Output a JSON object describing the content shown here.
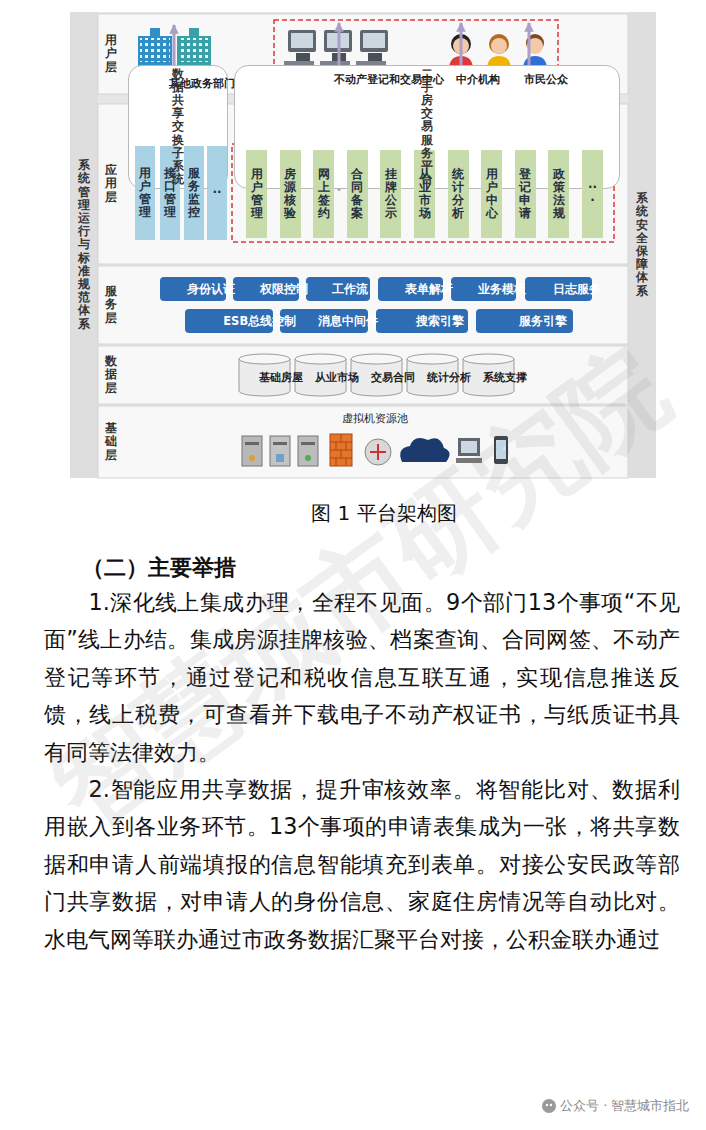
{
  "diagram": {
    "caption": "图 1 平台架构图",
    "nodes": [
      {
        "text": [
          "用户层"
        ]
      },
      {
        "text": [
          "其他政务部门"
        ],
        "in": 0
      },
      {
        "text": [
          "不动产登记和交易中心"
        ],
        "in": 0
      },
      {
        "text": [
          "中介机构"
        ],
        "in": 0
      },
      {
        "text": [
          "市民公众"
        ],
        "in": 0
      },
      {
        "text": [
          "应用层"
        ]
      },
      {
        "text": [
          "数据共享交换子系统"
        ],
        "in": 5
      },
      {
        "text": [
          "二手房交易服务平台"
        ],
        "in": 5
      },
      {
        "text": [
          "用户管理"
        ],
        "in": 5
      },
      {
        "text": [
          "接口管理"
        ],
        "in": 5
      },
      {
        "text": [
          "服务监控"
        ],
        "in": 5
      },
      {
        "text": [
          "··"
        ],
        "in": 5
      },
      {
        "text": [
          "用户管理"
        ],
        "in": 5
      },
      {
        "text": [
          "房源核验"
        ],
        "in": 5
      },
      {
        "text": [
          "网上签约"
        ],
        "in": 5
      },
      {
        "text": [
          "合同备案"
        ],
        "in": 5
      },
      {
        "text": [
          "挂牌公示"
        ],
        "in": 5
      },
      {
        "text": [
          "从业市场"
        ],
        "in": 5
      },
      {
        "text": [
          "统计分析"
        ],
        "in": 5
      },
      {
        "text": [
          "用户中心"
        ],
        "in": 5
      },
      {
        "text": [
          "登记申请"
        ],
        "in": 5
      },
      {
        "text": [
          "政策法规"
        ],
        "in": 5
      },
      {
        "text": [
          "···"
        ],
        "in": 5
      },
      {
        "text": [
          "服务层"
        ]
      },
      {
        "text": [
          "身份认证"
        ],
        "in": 23
      },
      {
        "text": [
          "权限控制"
        ],
        "in": 23
      },
      {
        "text": [
          "工作流"
        ],
        "in": 23
      },
      {
        "text": [
          "表单解析"
        ],
        "in": 23
      },
      {
        "text": [
          "业务模板"
        ],
        "in": 23
      },
      {
        "text": [
          "日志服务"
        ],
        "in": 23
      },
      {
        "text": [
          "ESB总线控制"
        ],
        "in": 23
      },
      {
        "text": [
          "消息中间件"
        ],
        "in": 23
      },
      {
        "text": [
          "搜索引擎"
        ],
        "in": 23
      },
      {
        "text": [
          "服务引擎"
        ],
        "in": 23
      },
      {
        "text": [
          "数据层"
        ]
      },
      {
        "text": [
          "基础房屋"
        ],
        "in": 34
      },
      {
        "text": [
          "从业市场"
        ],
        "in": 34
      },
      {
        "text": [
          "交易合同"
        ],
        "in": 34
      },
      {
        "text": [
          "统计分析"
        ],
        "in": 34
      },
      {
        "text": [
          "系统支撑"
        ],
        "in": 34
      },
      {
        "text": [
          "基础层"
        ]
      },
      {
        "text": [
          "系统管理运行与标准规范体系"
        ]
      },
      {
        "text": [
          "系统安全保障体系"
        ]
      }
    ],
    "edges": [
      {
        "from": 1,
        "to": 6,
        "arrow": "both"
      },
      {
        "from": 2,
        "to": 7,
        "arrow": "both"
      },
      {
        "from": 3,
        "to": 7,
        "arrow": "both"
      },
      {
        "from": 4,
        "to": 7,
        "arrow": "both"
      }
    ],
    "labels": [
      "虚拟机资源池",
      "（二）主要举措",
      "1.深化线上集成办理，全程不见面。9个部门13个事项“不见面”线上办结。集成房源挂牌核验、档案查询、合同网签、不动产登记等环节，通过登记和税收信息互联互通，实现信息推送反馈，线上税费，可查看并下载电子不动产权证书，与纸质证书具有同等法律效力。",
      "2.智能应用共享数据，提升审核效率。将智能比对、数据利用嵌入到各业务环节。13个事项的申请表集成为一张，将共享数据和申请人前端填报的信息智能填充到表单。对接公安民政等部门共享数据，对申请人的身份信息、家庭住房情况等自动比对。水电气网等联办通过市政务数据汇聚平台对接，公积金联办通过",
      "智慧城市研究院",
      "公众号 · 智慧城市指北"
    ]
  }
}
